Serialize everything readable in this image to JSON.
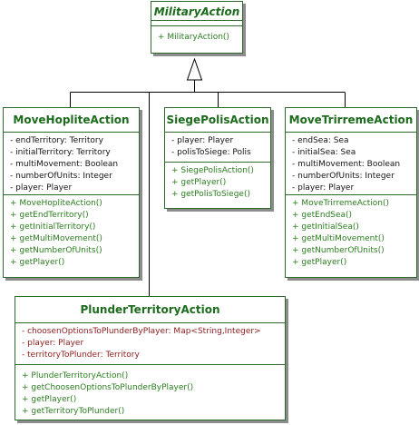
{
  "diagram": {
    "classes": {
      "military_action": {
        "name": "MilitaryAction",
        "attributes": [],
        "operations": [
          "+  MilitaryAction()"
        ]
      },
      "move_hoplite_action": {
        "name": "MoveHopliteAction",
        "attributes": [
          "- endTerritory: Territory",
          "- initialTerritory: Territory",
          "- multiMovement: Boolean",
          "- numberOfUnits: Integer",
          "- player: Player"
        ],
        "operations": [
          "+  MoveHopliteAction()",
          "+  getEndTerritory()",
          "+  getInitialTerritory()",
          "+  getMultiMovement()",
          "+  getNumberOfUnits()",
          "+  getPlayer()"
        ]
      },
      "siege_polis_action": {
        "name": "SiegePolisAction",
        "attributes": [
          "- player: Player",
          "- polisToSiege: Polis"
        ],
        "operations": [
          "+  SiegePolisAction()",
          "+  getPlayer()",
          "+  getPolisToSiege()"
        ]
      },
      "move_trirreme_action": {
        "name": "MoveTrirremeAction",
        "attributes": [
          "- endSea: Sea",
          "- initialSea: Sea",
          "- multiMovement: Boolean",
          "- numberOfUnits: Integer",
          "- player: Player"
        ],
        "operations": [
          "+  MoveTrirremeAction()",
          "+  getEndSea()",
          "+  getInitialSea()",
          "+  getMultiMovement()",
          "+  getNumberOfUnits()",
          "+  getPlayer()"
        ]
      },
      "plunder_territory_action": {
        "name": "PlunderTerritoryAction",
        "attributes": [
          "- choosenOptionsToPlunderByPlayer: Map<String,Integer>",
          "- player: Player",
          "- territoryToPlunder: Territory"
        ],
        "operations": [
          "+  PlunderTerritoryAction()",
          "+  getChoosenOptionsToPlunderByPlayer()",
          "+  getPlayer()",
          "+  getTerritoryToPlunder()"
        ]
      }
    },
    "relationships": [
      {
        "type": "generalization",
        "from": "MoveHopliteAction",
        "to": "MilitaryAction"
      },
      {
        "type": "generalization",
        "from": "SiegePolisAction",
        "to": "MilitaryAction"
      },
      {
        "type": "generalization",
        "from": "MoveTrirremeAction",
        "to": "MilitaryAction"
      },
      {
        "type": "generalization",
        "from": "PlunderTerritoryAction",
        "to": "MilitaryAction"
      }
    ]
  },
  "colors": {
    "class_border": "#2e6b2e",
    "class_name": "#1d6b1d",
    "operation_text": "#2a7d1e",
    "private_attribute_text": "#8e1a1a",
    "shadow": "#8c8c8c"
  }
}
